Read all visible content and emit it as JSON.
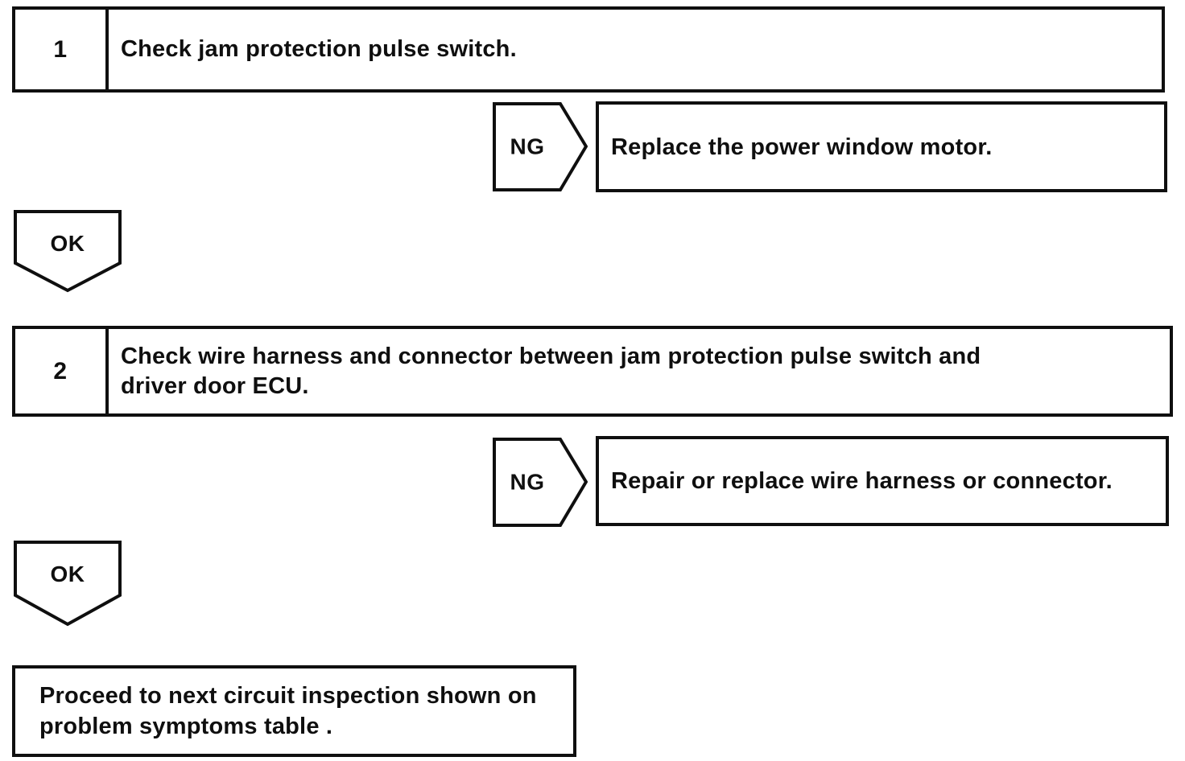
{
  "flowchart": {
    "steps": [
      {
        "number": "1",
        "instruction_lines": [
          "Check jam protection pulse switch."
        ],
        "ng_label": "NG",
        "ng_action": "Replace the power window motor.",
        "ok_label": "OK"
      },
      {
        "number": "2",
        "instruction_lines": [
          "Check wire harness and connector between jam protection pulse switch and",
          "driver door ECU."
        ],
        "ng_label": "NG",
        "ng_action": "Repair or replace wire harness or connector.",
        "ok_label": "OK"
      }
    ],
    "final_action_lines": [
      "Proceed to next circuit inspection shown on",
      "problem symptoms table ."
    ],
    "colors": {
      "line": "#0f0f0f",
      "background": "#ffffff",
      "text": "#0f0f0f"
    }
  }
}
